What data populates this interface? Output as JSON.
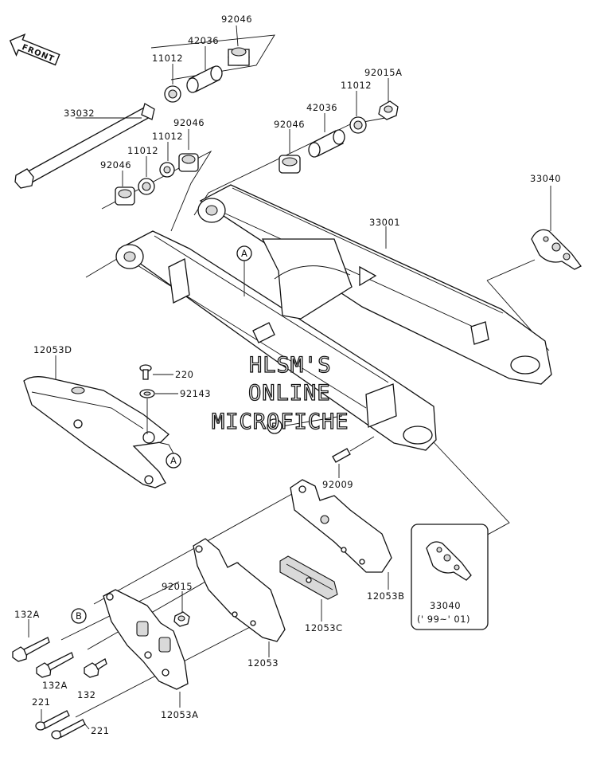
{
  "diagram": {
    "front_label": "FRONT",
    "watermark": [
      "HLSM'S",
      "ONLINE",
      "MICROFICHE"
    ],
    "reference_markers": {
      "a": "A",
      "b": "B"
    },
    "part_labels": {
      "p92046_top": "92046",
      "p42036_top": "42036",
      "p11012_top": "11012",
      "p33032": "33032",
      "p92046_mid": "92046",
      "p11012_mid": "11012",
      "p11012_mid2": "11012",
      "p92046_left": "92046",
      "p42036_right": "42036",
      "p92046_right": "92046",
      "p11012_right": "11012",
      "p92015A": "92015A",
      "p33001": "33001",
      "p33040": "33040",
      "p12053D": "12053D",
      "p220": "220",
      "p92143": "92143",
      "p92009": "92009",
      "p92015": "92015",
      "p132A_1": "132A",
      "p132A_2": "132A",
      "p132": "132",
      "p221_1": "221",
      "p221_2": "221",
      "p12053": "12053",
      "p12053A": "12053A",
      "p12053B": "12053B",
      "p12053C": "12053C",
      "p33040_inset": "33040",
      "inset_years": "(' 99~' 01)"
    }
  }
}
